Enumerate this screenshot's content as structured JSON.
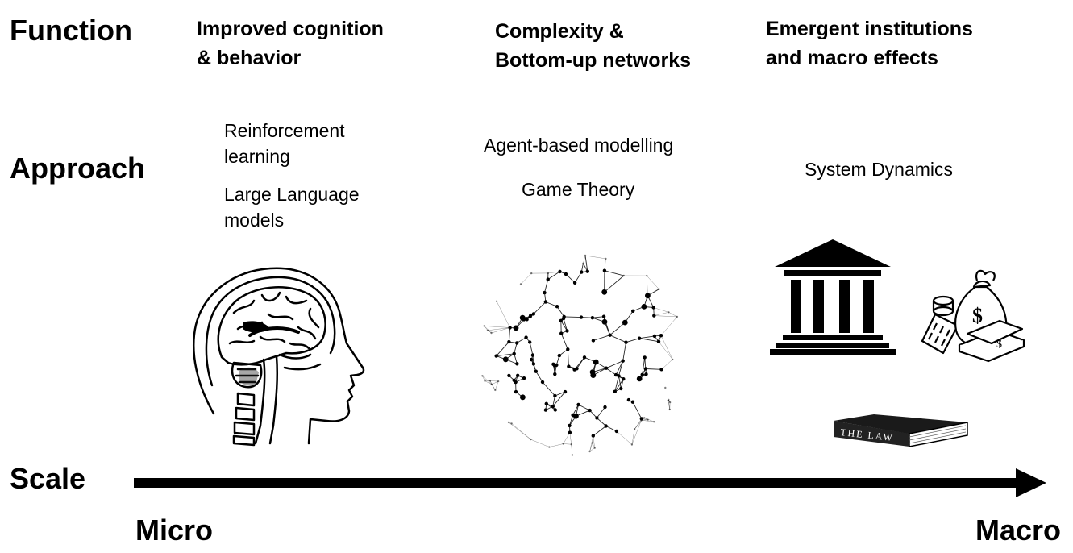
{
  "rows": {
    "function": "Function",
    "approach": "Approach",
    "scale": "Scale"
  },
  "functions": {
    "micro": "Improved cognition\n& behavior",
    "meso": "Complexity &\nBottom-up networks",
    "macro": "Emergent institutions\nand macro effects"
  },
  "approaches": {
    "reinforcement": "Reinforcement\nlearning",
    "llm": "Large Language\nmodels",
    "abm": "Agent-based modelling",
    "game_theory": "Game Theory",
    "system_dynamics": "System Dynamics"
  },
  "icons": {
    "brain": "head-brain-icon",
    "network": "network-sphere-icon",
    "institution": "institution-building-icon",
    "money": "money-bag-icon",
    "book": "law-book-icon",
    "book_text": "THE LAW"
  },
  "scale": {
    "start": "Micro",
    "end": "Macro"
  }
}
